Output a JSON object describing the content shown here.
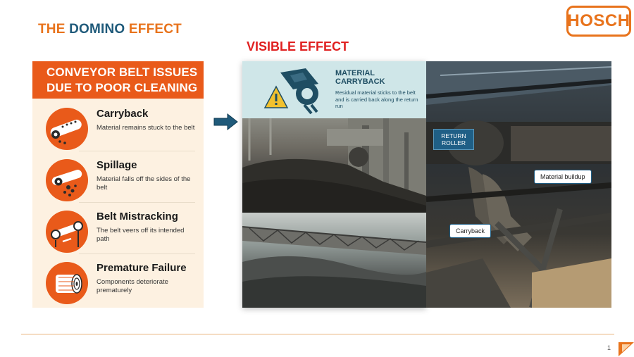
{
  "title": {
    "w1": "THE",
    "w2": "DOMINO",
    "w3": "EFFECT"
  },
  "logo": "HOSCH",
  "visible_effect": "VISIBLE EFFECT",
  "panel": {
    "head_line1": "CONVEYOR BELT ISSUES",
    "head_line2": "DUE TO POOR CLEANING",
    "items": [
      {
        "title": "Carryback",
        "desc": "Material remains stuck to the belt",
        "icon": "carryback-icon"
      },
      {
        "title": "Spillage",
        "desc": "Material falls off the sides of the belt",
        "icon": "spillage-icon"
      },
      {
        "title": "Belt Mistracking",
        "desc": "The belt veers off its intended path",
        "icon": "mistracking-icon"
      },
      {
        "title": "Premature Failure",
        "desc": "Components deteriorate prematurely",
        "icon": "premature-failure-icon"
      }
    ]
  },
  "card": {
    "title_line1": "MATERIAL",
    "title_line2": "CARRYBACK",
    "desc": "Residual material sticks to the belt and is carried back along the return run"
  },
  "labels": {
    "return_line1": "RETURN",
    "return_line2": "ROLLER",
    "buildup": "Material buildup",
    "carryback": "Carryback"
  },
  "page_number": "1",
  "colors": {
    "accent": "#e95a1a",
    "brand": "#e8731c",
    "navy": "#1f5a7a",
    "red": "#e02020"
  }
}
